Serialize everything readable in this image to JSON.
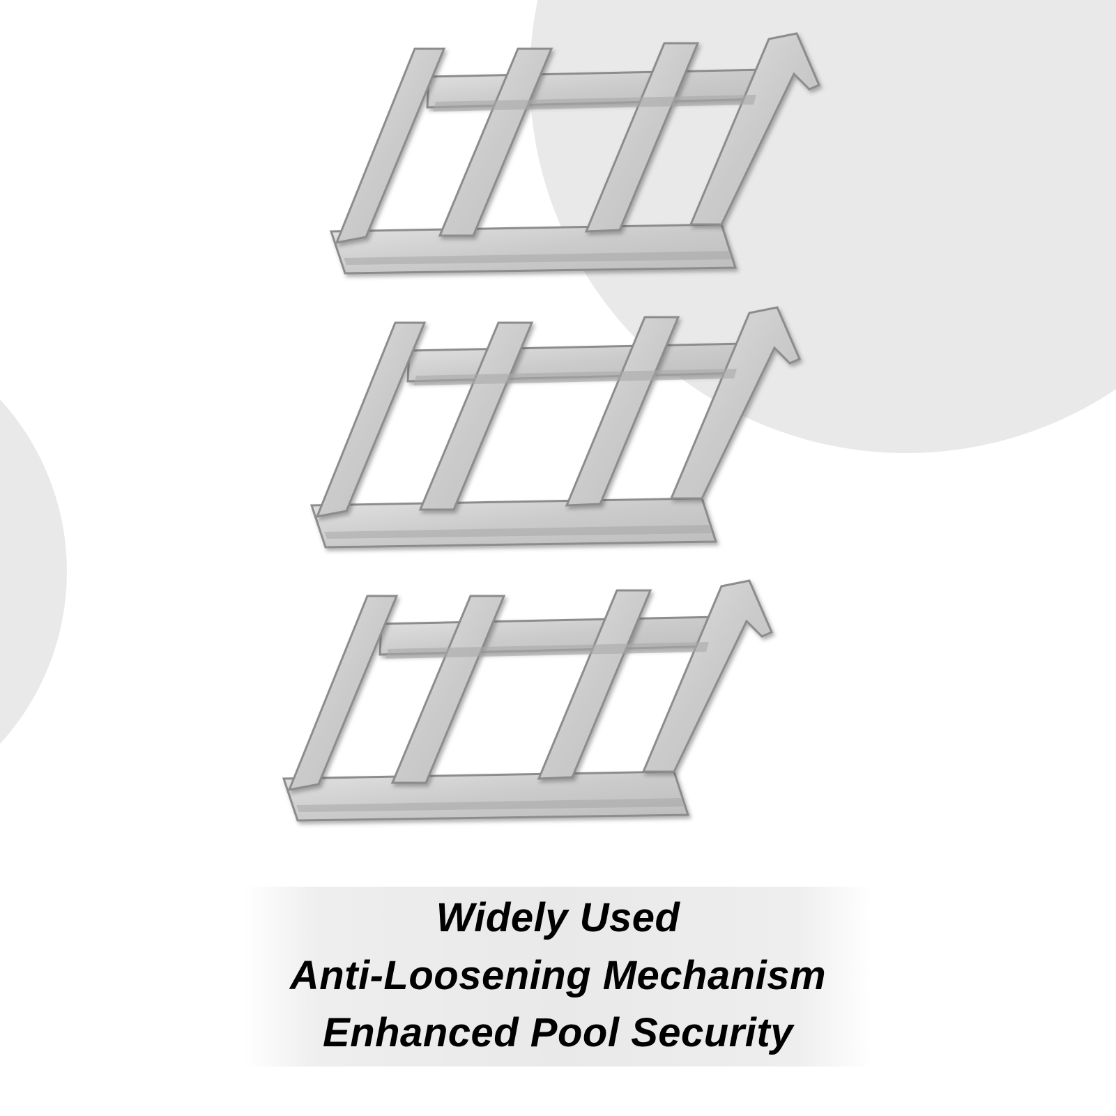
{
  "product": {
    "name": "pool-cover-anchor-clip",
    "count": 3,
    "colors": {
      "background": "#ffffff",
      "accent_circle": "#e9e9e9",
      "metal_face": "#c9c9c9",
      "metal_edge": "#8f8f8f",
      "metal_highlight": "#e6e6e6",
      "caption_band": "#e9e9e9",
      "caption_text": "#000000"
    }
  },
  "caption": {
    "line1": "Widely Used",
    "line2": "Anti-Loosening Mechanism",
    "line3": "Enhanced Pool Security"
  }
}
